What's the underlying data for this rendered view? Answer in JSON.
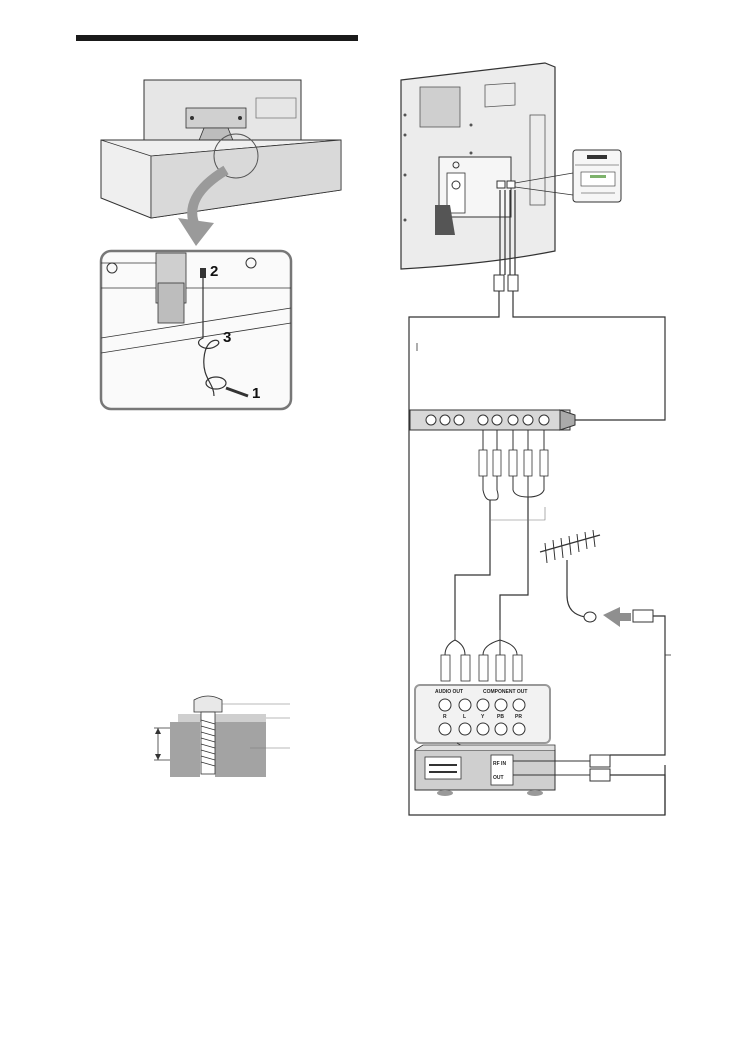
{
  "page": {
    "title_rule_color": "#1a1a1a"
  },
  "left_figure": {
    "callouts": [
      "1",
      "2",
      "3"
    ]
  },
  "right_figure": {
    "jack_labels": {
      "audio_out": "AUDIO OUT",
      "component_out": "COMPONENT OUT",
      "jack_letters": [
        "R",
        "L",
        "Y",
        "PB",
        "PR"
      ],
      "rf_in": "RF IN",
      "rf_out": "OUT"
    }
  },
  "colors": {
    "line": "#1a1a1a",
    "device_fill": "#cfcfcf",
    "panel_fill": "#e9e9e9",
    "green_accent": "#7db26b",
    "arrow_gray": "#8f8f8f"
  }
}
